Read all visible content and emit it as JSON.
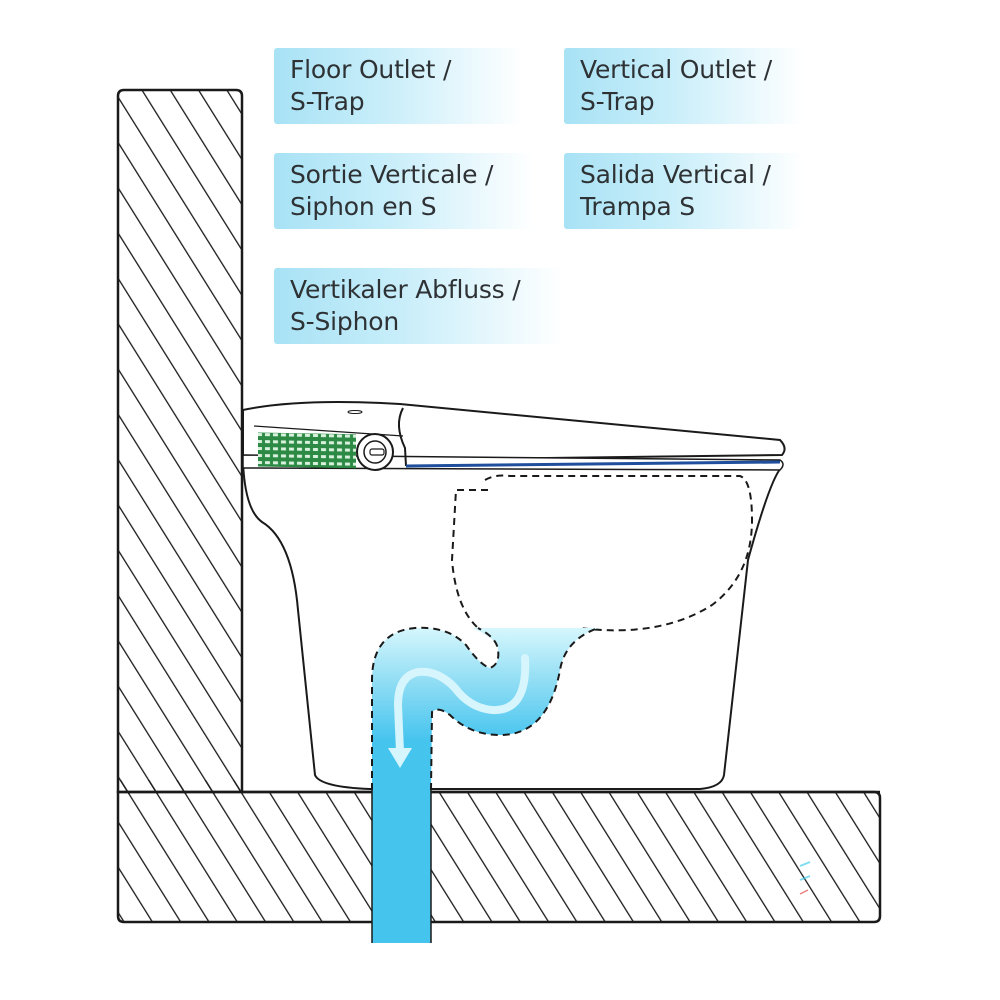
{
  "labels": [
    {
      "id": "en",
      "line1": "Floor Outlet /",
      "line2": "S-Trap"
    },
    {
      "id": "en2",
      "line1": "Vertical Outlet /",
      "line2": "S-Trap"
    },
    {
      "id": "fr",
      "line1": "Sortie Verticale /",
      "line2": "Siphon en S"
    },
    {
      "id": "es",
      "line1": "Salida Vertical /",
      "line2": "Trampa S"
    },
    {
      "id": "de",
      "line1": "Vertikaler Abfluss /",
      "line2": "S-Siphon"
    }
  ],
  "colors": {
    "label_bg": "#a8e2f5",
    "water": "#45c4ee",
    "water_light": "#c8f3fc",
    "seat_accent": "#1f4e9c",
    "vent_green": "#2f9a4a",
    "outline": "#1a1a1a"
  },
  "diagram": {
    "subject": "smart toilet cross-section",
    "wall": "hatched wall",
    "floor": "hatched floor",
    "flow_direction": "down",
    "outlet_type": "S-trap floor outlet"
  }
}
